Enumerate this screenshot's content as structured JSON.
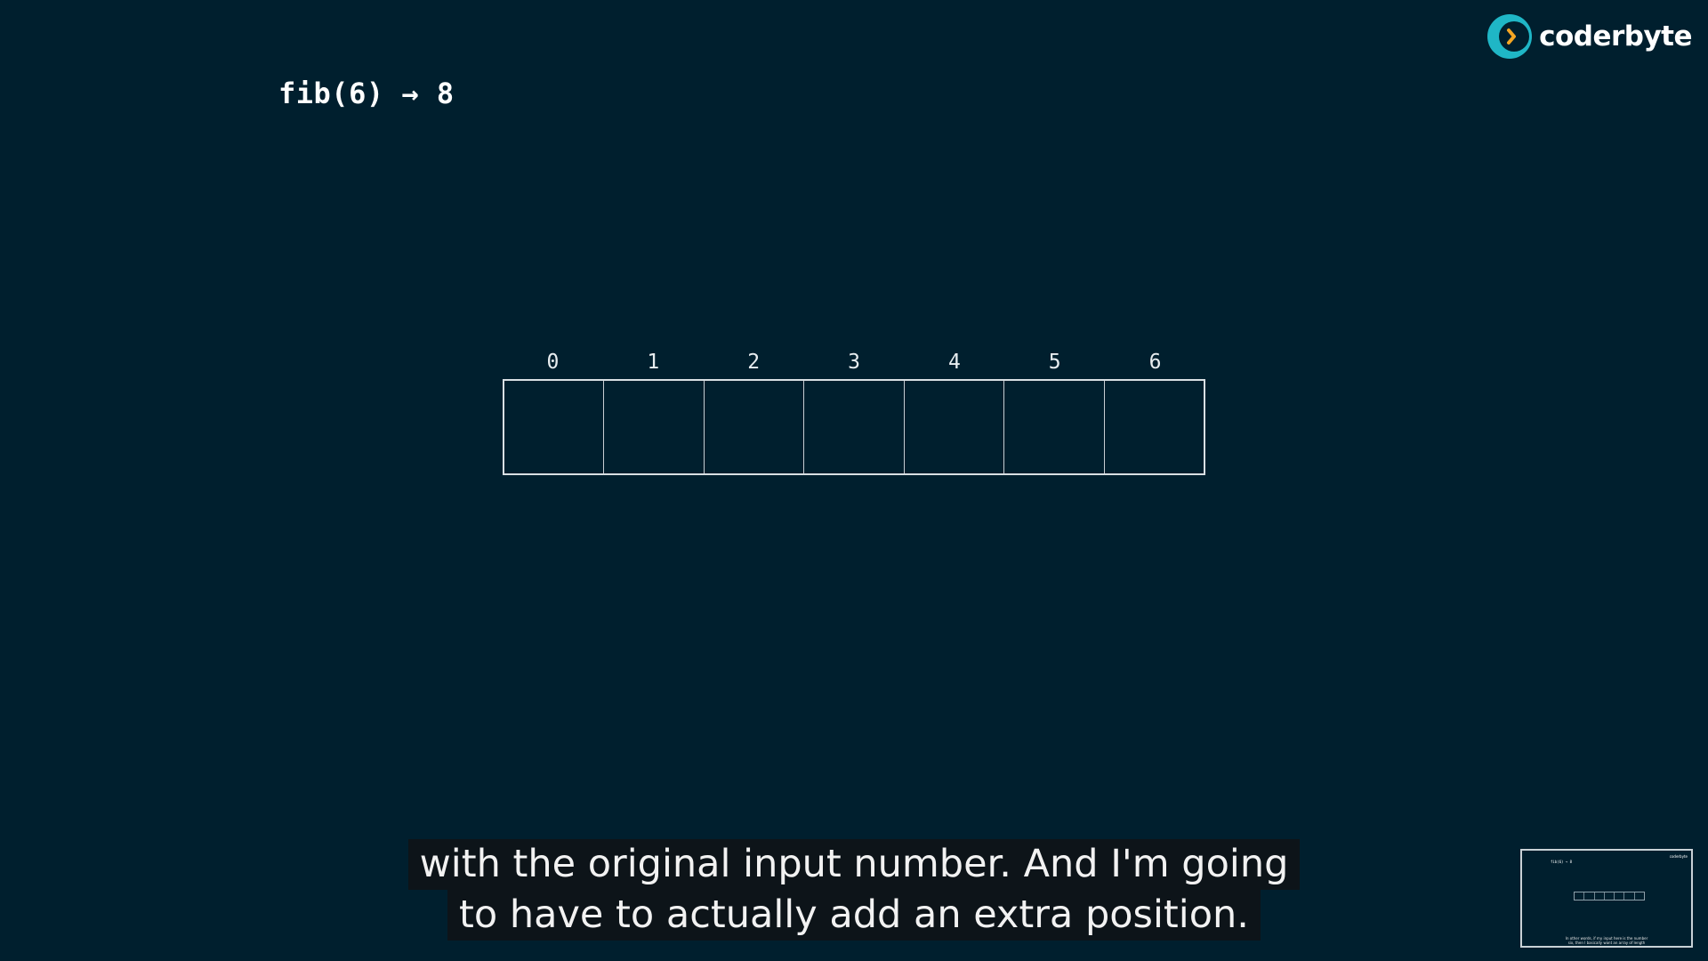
{
  "expression": "fib(6) → 8",
  "logo": {
    "text": "coderbyte",
    "icon": "coderbyte-logo-icon",
    "accent_color": "#1fb6c6",
    "chevron_color": "#f5a623"
  },
  "array": {
    "indices": [
      "0",
      "1",
      "2",
      "3",
      "4",
      "5",
      "6"
    ],
    "cells": [
      "",
      "",
      "",
      "",
      "",
      "",
      ""
    ]
  },
  "subtitles": {
    "line1": "with the original input number. And I'm going",
    "line2": "to have to actually add an extra position."
  },
  "preview": {
    "expression": "fib(6) → 8",
    "logo_text": "coderbyte",
    "caption_line1": "In other words, if my input here is the number",
    "caption_line2": "six, then I basically want an array of length"
  },
  "colors": {
    "background": "#001f2e",
    "text": "#ffffff",
    "grid": "#d9dfe3"
  }
}
